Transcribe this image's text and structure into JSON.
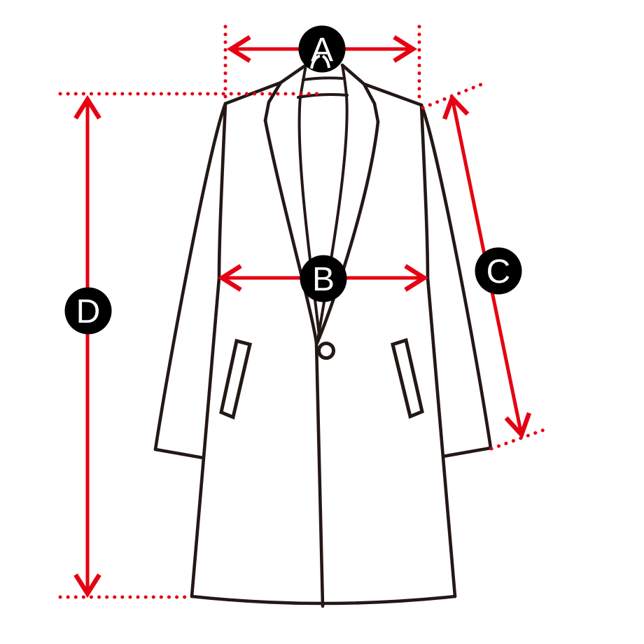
{
  "diagram": {
    "measurement_labels": {
      "a": "A",
      "b": "B",
      "c": "C",
      "d": "D"
    }
  },
  "colors": {
    "accent": "#e60012",
    "line": "#231815",
    "badge": "#000000",
    "label-text": "#ffffff",
    "background": "#ffffff"
  }
}
